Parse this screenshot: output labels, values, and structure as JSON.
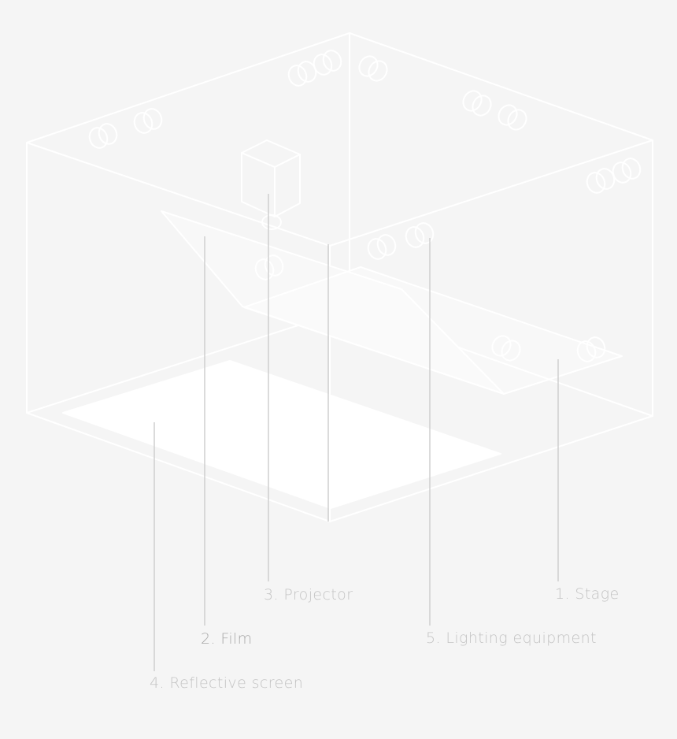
{
  "labels": {
    "stage": "1. Stage",
    "film": "2. Film",
    "projector": "3. Projector",
    "reflective_screen": "4. Reflective screen",
    "lighting_equipment": "5. Lighting equipment"
  },
  "colors": {
    "background": "#f5f5f5",
    "wireframe": "#ffffff",
    "leader_line": "#cfcfcf",
    "label_text": "#c4c4c4"
  }
}
